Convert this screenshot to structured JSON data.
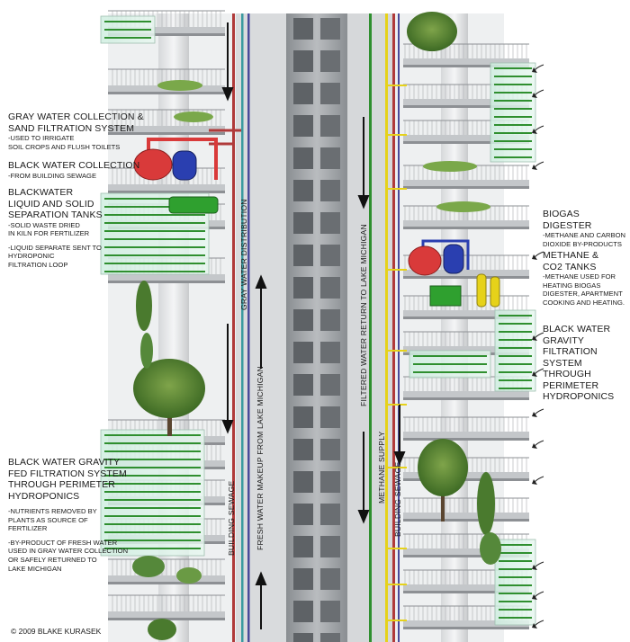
{
  "labels": {
    "gray_water_collection": {
      "title": [
        "GRAY WATER COLLECTION &",
        "SAND FILTRATION SYSTEM"
      ],
      "notes": [
        "-USED TO IRRIGATE",
        "SOIL CROPS AND FLUSH TOILETS"
      ]
    },
    "black_water_collection": {
      "title": [
        "BLACK WATER COLLECTION"
      ],
      "notes": [
        "-FROM BUILDING SEWAGE"
      ]
    },
    "blackwater_separation": {
      "title": [
        "BLACKWATER",
        "LIQUID AND SOLID",
        "SEPARATION TANKS"
      ],
      "notes": [
        "-SOLID WASTE DRIED",
        "IN KILN FOR FERTILIZER"
      ],
      "notes2": [
        "-LIQUID SEPARATE SENT TO",
        "HYDROPONIC",
        "FILTRATION LOOP"
      ]
    },
    "black_water_gravity_fed": {
      "title": [
        "BLACK WATER GRAVITY",
        "FED FILTRATION SYSTEM",
        "THROUGH PERIMETER",
        "HYDROPONICS"
      ],
      "notes": [
        "-NUTRIENTS REMOVED BY",
        " PLANTS AS SOURCE OF",
        "FERTILIZER"
      ],
      "notes2": [
        "-BY-PRODUCT OF FRESH WATER",
        "USED IN GRAY WATER COLLECTION",
        "OR SAFELY RETURNED TO",
        "LAKE MICHIGAN"
      ]
    },
    "biogas_digester": {
      "title": [
        "BIOGAS DIGESTER"
      ],
      "notes": [
        "-METHANE AND CARBON",
        "DIOXIDE BY-PRODUCTS"
      ]
    },
    "methane_co2": {
      "title": [
        "METHANE &",
        "CO2 TANKS"
      ],
      "notes": [
        "-METHANE USED FOR",
        "HEATING BIOGAS",
        "DIGESTER, APARTMENT",
        "COOKING AND HEATING."
      ]
    },
    "black_water_gravity_perimeter": {
      "title": [
        "BLACK WATER",
        "GRAVITY",
        "FILTRATION",
        "SYSTEM THROUGH",
        "PERIMETER",
        "HYDROPONICS"
      ]
    }
  },
  "pipe_labels": {
    "gray_water_distribution": "GRAY WATER DISTRIBUTION",
    "fresh_water_makeup": "FRESH WATER MAKEUP FROM LAKE MICHIGAN",
    "building_sewage_left": "BUILDING SEWAGE",
    "filtered_water_return": "FILTERED WATER RETURN TO LAKE MICHIGAN",
    "methane_supply": "METHANE SUPPLY",
    "building_sewage_right": "BUILDING SEWAGE"
  },
  "copyright": "© 2009 BLAKE KURASEK",
  "colors": {
    "sewage_pipe": "#b03a3a",
    "gray_water_pipe": "#3a9aa0",
    "fresh_water_pipe": "#4a4a9a",
    "methane_pipe": "#d4c21a",
    "hydroponics": "#2f8f2f",
    "tank_red": "#d93a3a",
    "tank_blue": "#2a3fb0",
    "tank_green": "#2fa02f",
    "tank_yellow": "#e6d21a"
  }
}
